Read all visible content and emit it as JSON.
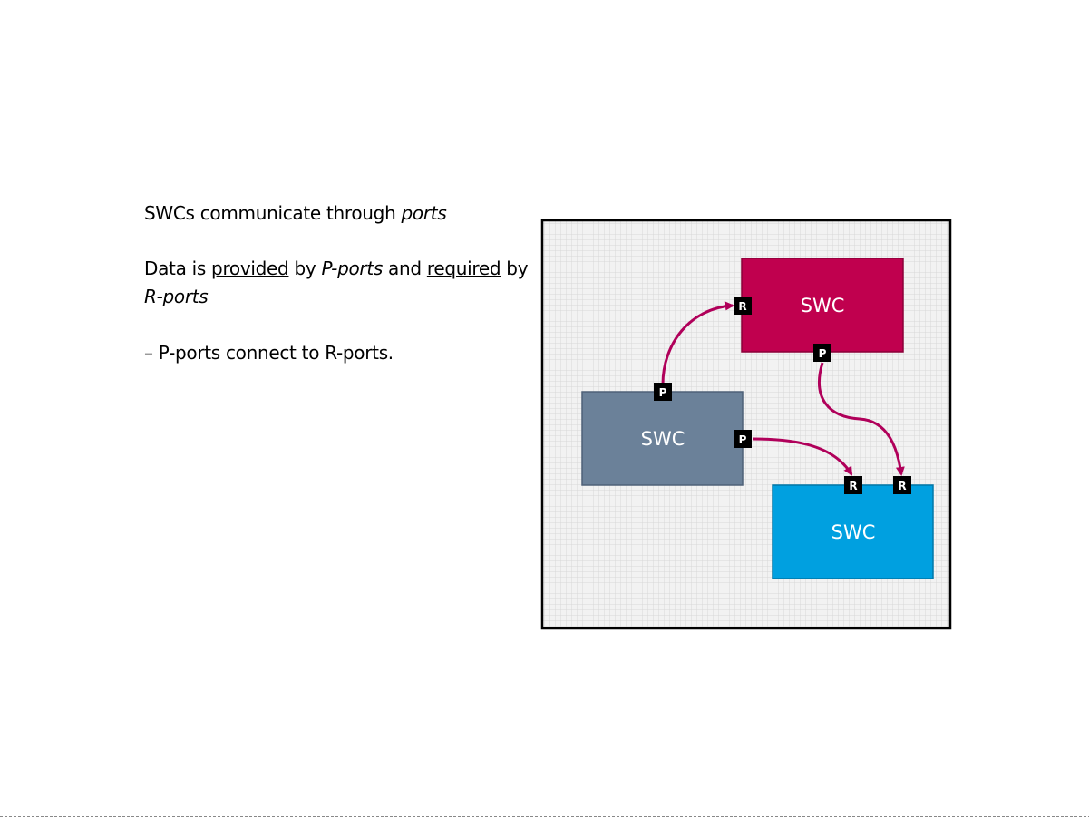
{
  "text": {
    "line1_pre": "SWCs communicate through ",
    "line1_ports": "ports",
    "line2_pre": "Data is ",
    "line2_provided": "provided",
    "line2_by1": " by ",
    "line2_pports": "P-ports",
    "line2_and": " and ",
    "line2_required": "required",
    "line2_by2": " by",
    "line3_rports": "R-ports",
    "bullet_dash": "–",
    "bullet_text": " P-ports connect to R-ports."
  },
  "diagram": {
    "components": [
      {
        "id": "swc-top",
        "label": "SWC",
        "color": "#c0004e"
      },
      {
        "id": "swc-left",
        "label": "SWC",
        "color": "#6b8199"
      },
      {
        "id": "swc-bottom",
        "label": "SWC",
        "color": "#00a0e0"
      }
    ],
    "ports": [
      {
        "id": "top-r",
        "label": "R"
      },
      {
        "id": "top-p",
        "label": "P"
      },
      {
        "id": "left-p-top",
        "label": "P"
      },
      {
        "id": "left-p-right",
        "label": "P"
      },
      {
        "id": "bottom-r1",
        "label": "R"
      },
      {
        "id": "bottom-r2",
        "label": "R"
      }
    ],
    "connector_color": "#b0005a",
    "grid_color": "#d8d8d8",
    "frame_background": "#f2f2f2"
  }
}
